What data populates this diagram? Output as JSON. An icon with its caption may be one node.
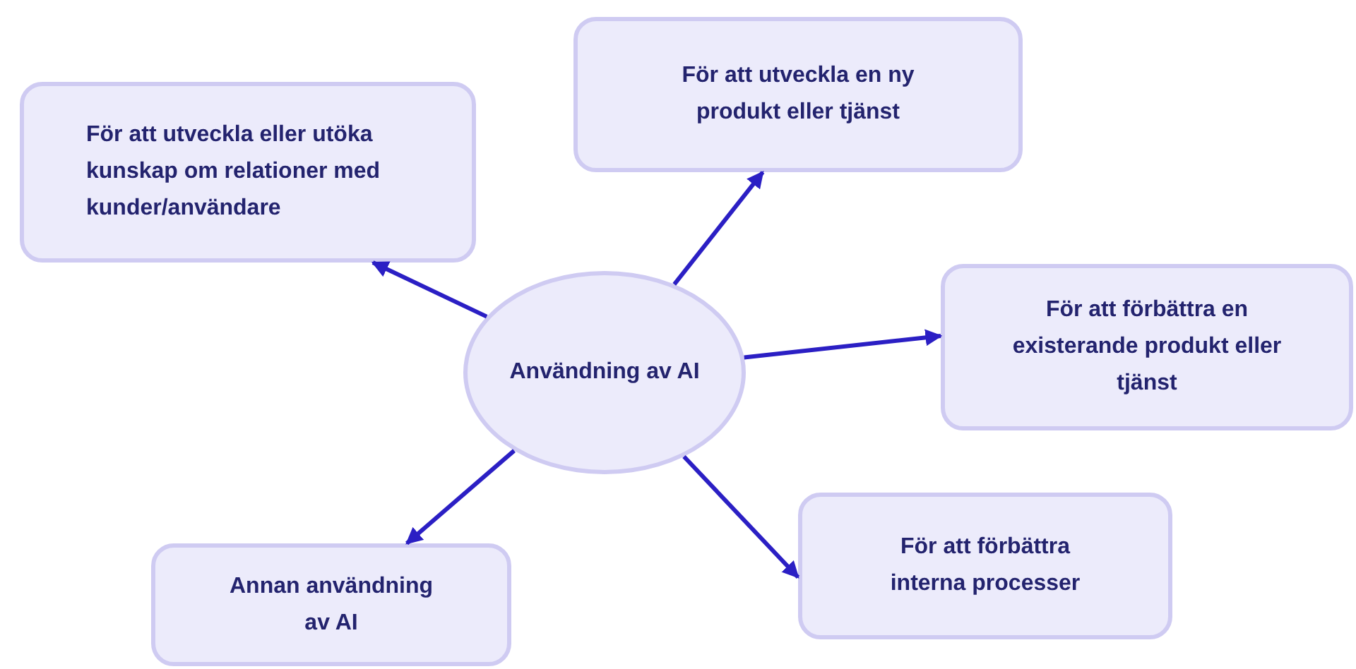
{
  "diagram": {
    "nodes": [
      {
        "text": [
          "Användning av AI"
        ]
      },
      {
        "text": [
          "För att utveckla eller utöka kunskap om relationer med kunder/användare"
        ]
      },
      {
        "text": [
          "För att utveckla en ny produkt eller tjänst"
        ]
      },
      {
        "text": [
          "För att förbättra en existerande produkt eller tjänst"
        ]
      },
      {
        "text": [
          "För att förbättra interna processer"
        ]
      },
      {
        "text": [
          "Annan användning av AI"
        ]
      }
    ],
    "edges": [
      {
        "from": 0,
        "to": 1,
        "arrow": "to"
      },
      {
        "from": 0,
        "to": 2,
        "arrow": "to"
      },
      {
        "from": 0,
        "to": 3,
        "arrow": "to"
      },
      {
        "from": 0,
        "to": 4,
        "arrow": "to"
      },
      {
        "from": 0,
        "to": 5,
        "arrow": "to"
      }
    ]
  }
}
